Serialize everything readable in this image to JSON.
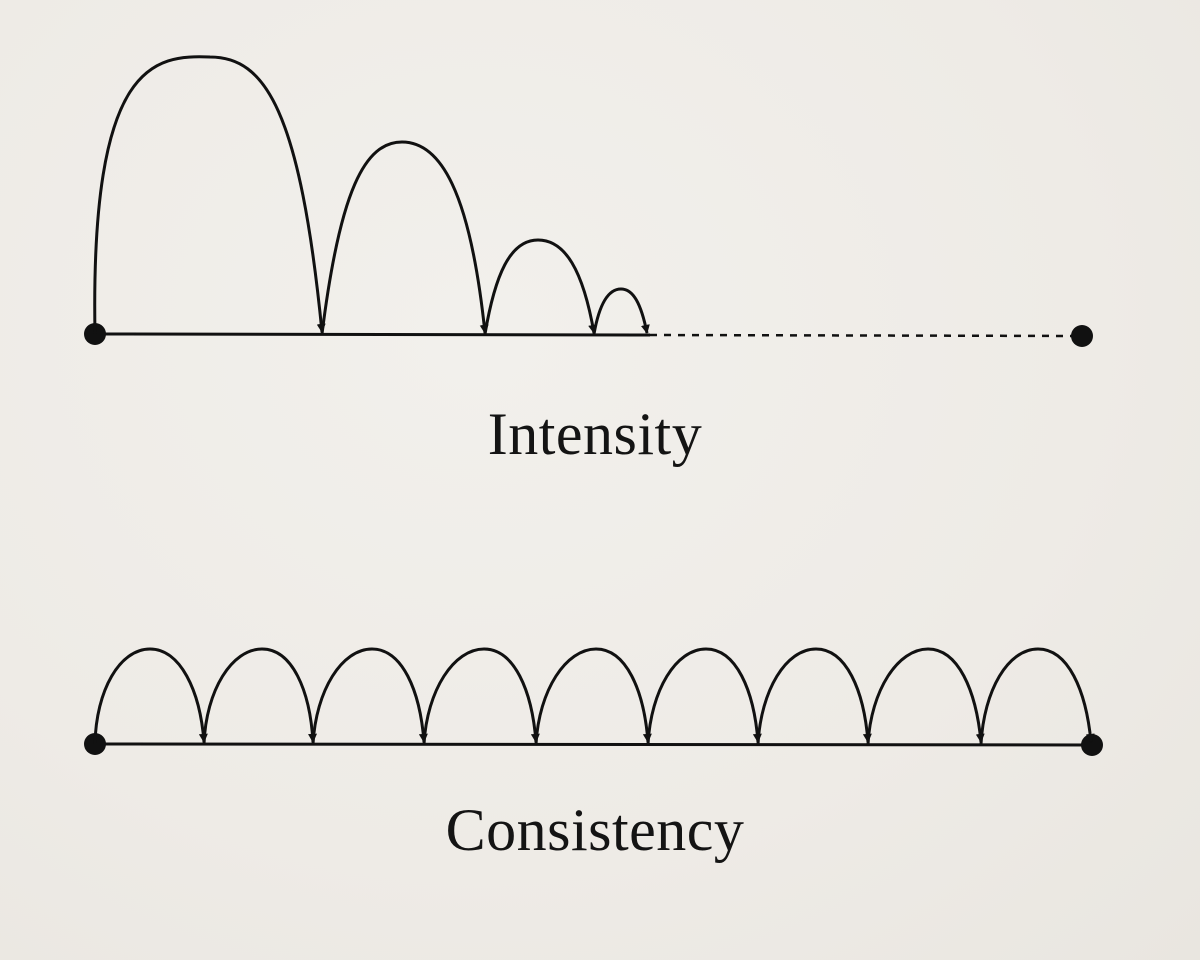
{
  "colors": {
    "background": "#efede9",
    "ink": "#111111"
  },
  "intensity": {
    "label": "Intensity",
    "jumps": 4,
    "jump_sizes": [
      3,
      2,
      1,
      0.5
    ],
    "line_style_after_jumps": "dashed"
  },
  "consistency": {
    "label": "Consistency",
    "jumps": 9,
    "jump_sizes": [
      1,
      1,
      1,
      1,
      1,
      1,
      1,
      1,
      1
    ],
    "line_style_after_jumps": "solid"
  }
}
